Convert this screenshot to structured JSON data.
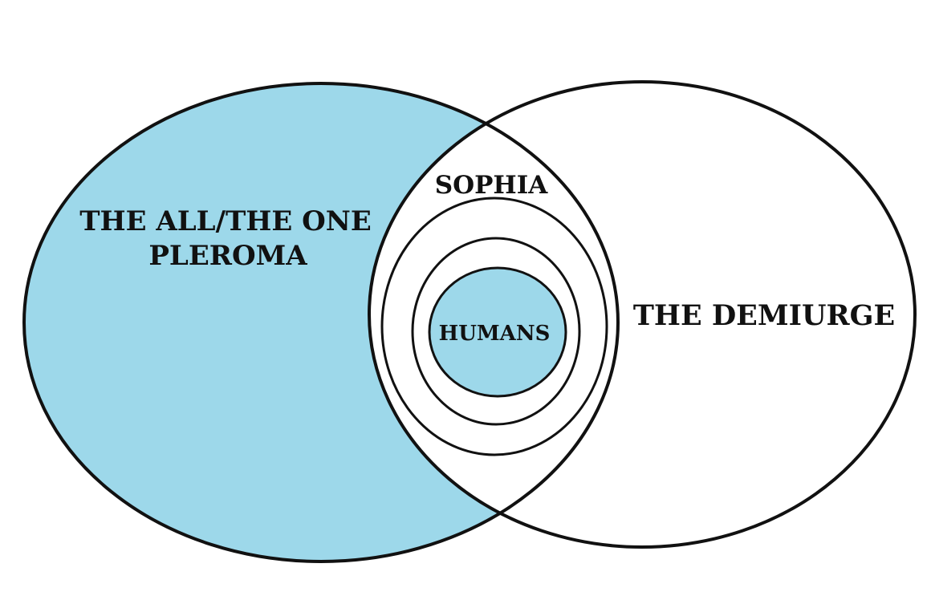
{
  "colors": {
    "background": "#ffffff",
    "pleroma_fill": "#9dd8ea",
    "humans_fill": "#9dd8ea",
    "outline": "#111111"
  },
  "labels": {
    "pleroma_line1": "THE ALL/THE ONE",
    "pleroma_line2": "PLEROMA",
    "sophia": "SOPHIA",
    "demiurge": "THE DEMIURGE",
    "humans": "HUMANS"
  }
}
